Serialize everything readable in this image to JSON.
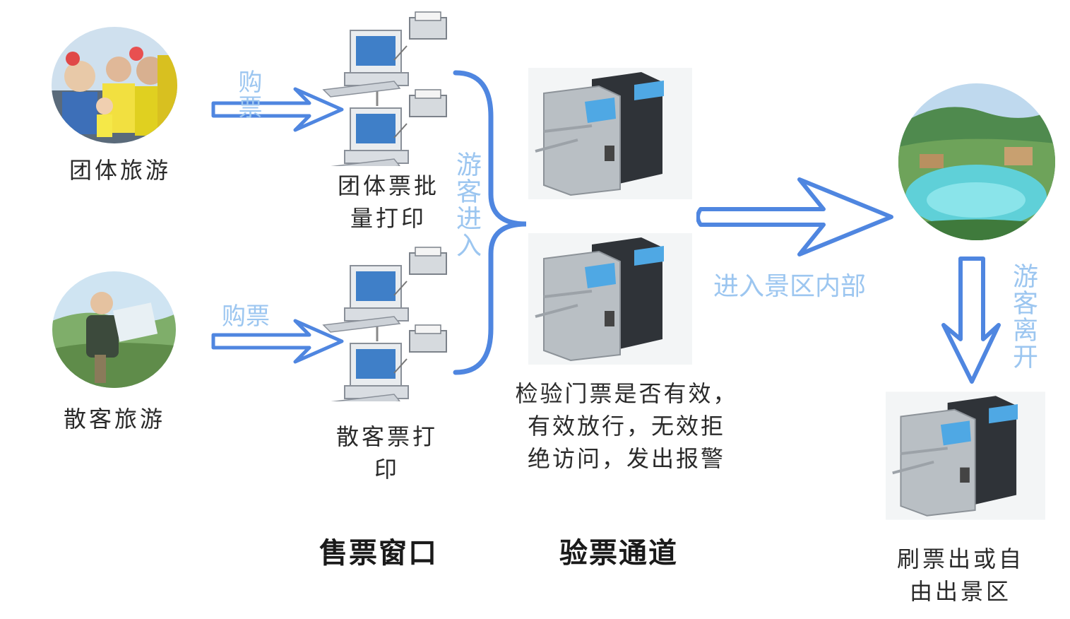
{
  "sources": {
    "group": "团体旅游",
    "individual": "散客旅游"
  },
  "arrows": {
    "buy_group": "购票",
    "buy_individual": "购票",
    "enter": "游客进入",
    "enter_scenic": "进入景区内部",
    "leave": "游客离开"
  },
  "printing": {
    "group_line1": "团体票批",
    "group_line2": "量打印",
    "individual_line1": "散客票打",
    "individual_line2": "印"
  },
  "check": {
    "line1": "检验门票是否有效，",
    "line2": "有效放行，无效拒",
    "line3": "绝访问，发出报警"
  },
  "exit": {
    "line1": "刷票出或自",
    "line2": "由出景区"
  },
  "sections": {
    "ticket_window": "售票窗口",
    "check_channel": "验票通道"
  },
  "colors": {
    "arrow_blue": "#4f86e0",
    "light_text": "#9cc6f0"
  }
}
